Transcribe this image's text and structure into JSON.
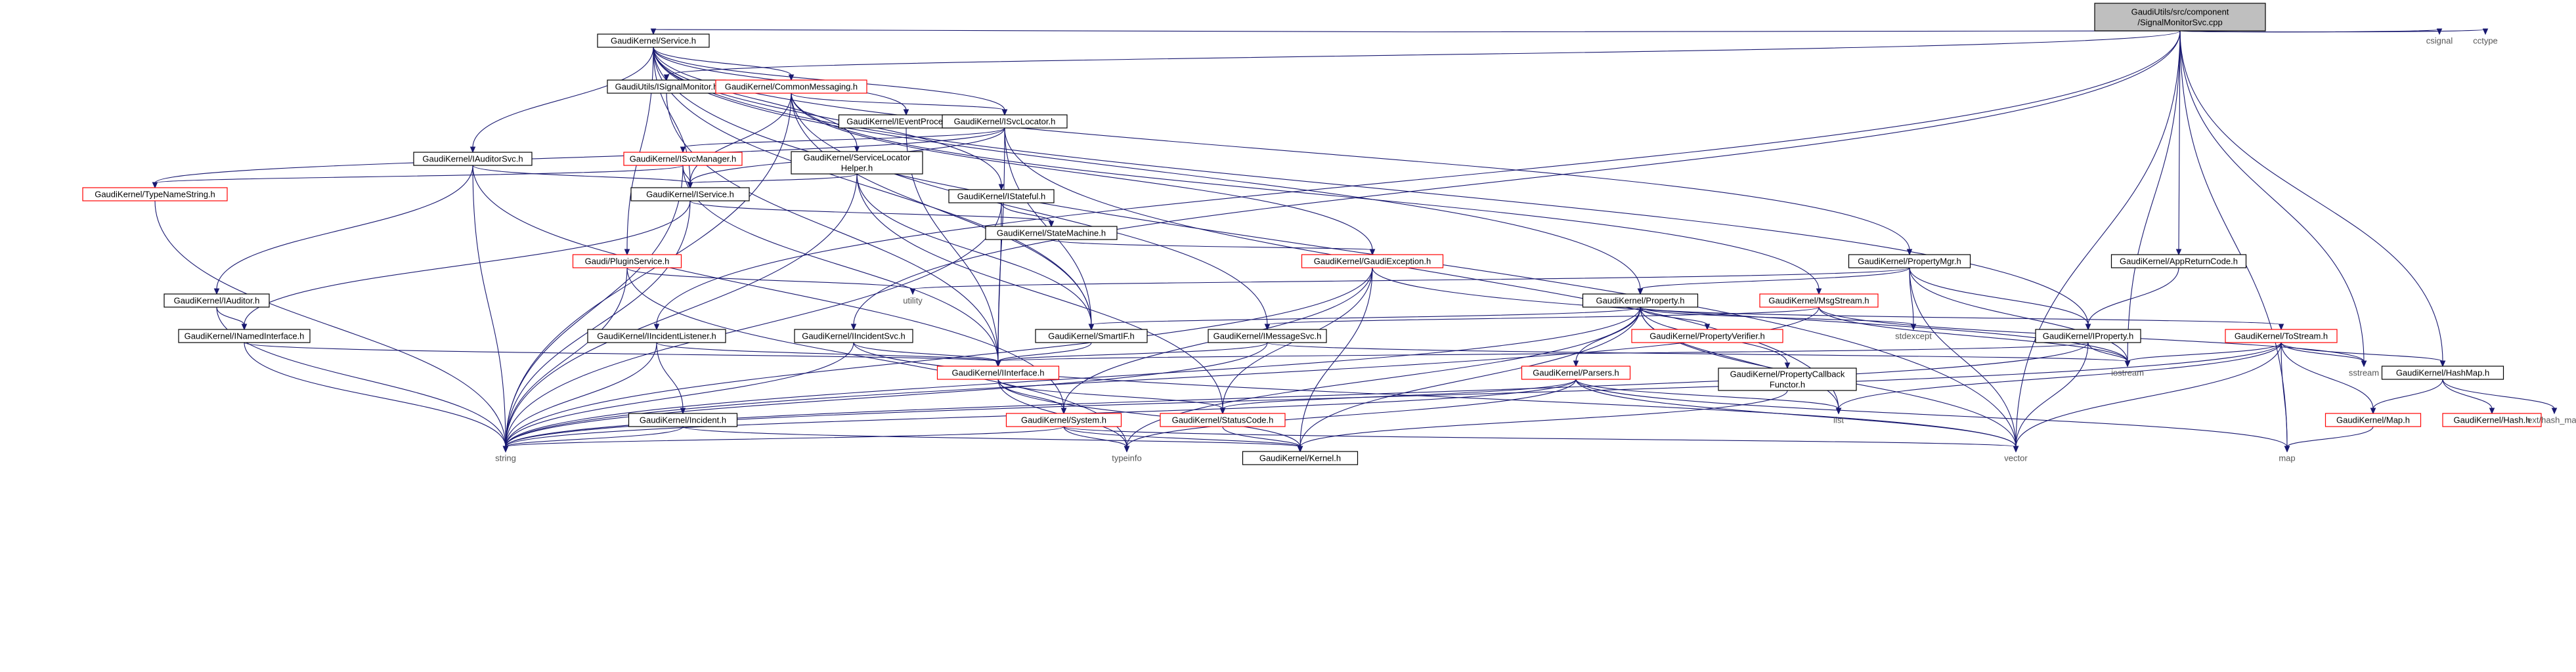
{
  "diagram": {
    "nodes": [
      {
        "id": "root",
        "lines": [
          "GaudiUtils/src/component",
          "/SignalMonitorSvc.cpp"
        ],
        "style": "root"
      },
      {
        "id": "service_h",
        "lines": [
          "GaudiKernel/Service.h"
        ],
        "style": "normal"
      },
      {
        "id": "csignal",
        "lines": [
          "csignal"
        ],
        "style": "sys"
      },
      {
        "id": "cctype",
        "lines": [
          "cctype"
        ],
        "style": "sys"
      },
      {
        "id": "isignalmonitor",
        "lines": [
          "GaudiUtils/ISignalMonitor.h"
        ],
        "style": "normal"
      },
      {
        "id": "commonmessaging",
        "lines": [
          "GaudiKernel/CommonMessaging.h"
        ],
        "style": "trunc"
      },
      {
        "id": "ieventprocessor",
        "lines": [
          "GaudiKernel/IEventProcessor.h"
        ],
        "style": "normal"
      },
      {
        "id": "isvclocator",
        "lines": [
          "GaudiKernel/ISvcLocator.h"
        ],
        "style": "normal"
      },
      {
        "id": "iauditorsvc",
        "lines": [
          "GaudiKernel/IAuditorSvc.h"
        ],
        "style": "normal"
      },
      {
        "id": "isvcmanager",
        "lines": [
          "GaudiKernel/ISvcManager.h"
        ],
        "style": "trunc"
      },
      {
        "id": "servicelocatorhelper",
        "lines": [
          "GaudiKernel/ServiceLocator",
          "Helper.h"
        ],
        "style": "normal"
      },
      {
        "id": "typenamestring",
        "lines": [
          "GaudiKernel/TypeNameString.h"
        ],
        "style": "trunc"
      },
      {
        "id": "iservice",
        "lines": [
          "GaudiKernel/IService.h"
        ],
        "style": "normal"
      },
      {
        "id": "istateful",
        "lines": [
          "GaudiKernel/IStateful.h"
        ],
        "style": "normal"
      },
      {
        "id": "statemachine",
        "lines": [
          "GaudiKernel/StateMachine.h"
        ],
        "style": "normal"
      },
      {
        "id": "pluginservice",
        "lines": [
          "Gaudi/PluginService.h"
        ],
        "style": "trunc"
      },
      {
        "id": "gaudiexception",
        "lines": [
          "GaudiKernel/GaudiException.h"
        ],
        "style": "trunc"
      },
      {
        "id": "propertymgr",
        "lines": [
          "GaudiKernel/PropertyMgr.h"
        ],
        "style": "normal"
      },
      {
        "id": "appreturncode",
        "lines": [
          "GaudiKernel/AppReturnCode.h"
        ],
        "style": "normal"
      },
      {
        "id": "iauditor",
        "lines": [
          "GaudiKernel/IAuditor.h"
        ],
        "style": "normal"
      },
      {
        "id": "utility",
        "lines": [
          "utility"
        ],
        "style": "sys"
      },
      {
        "id": "property_h",
        "lines": [
          "GaudiKernel/Property.h"
        ],
        "style": "normal"
      },
      {
        "id": "msgstream",
        "lines": [
          "GaudiKernel/MsgStream.h"
        ],
        "style": "trunc"
      },
      {
        "id": "inamedinterface",
        "lines": [
          "GaudiKernel/INamedInterface.h"
        ],
        "style": "normal"
      },
      {
        "id": "iincidentlistener",
        "lines": [
          "GaudiKernel/IIncidentListener.h"
        ],
        "style": "normal"
      },
      {
        "id": "iincidentsvc",
        "lines": [
          "GaudiKernel/IIncidentSvc.h"
        ],
        "style": "normal"
      },
      {
        "id": "smartif",
        "lines": [
          "GaudiKernel/SmartIF.h"
        ],
        "style": "normal"
      },
      {
        "id": "imessagesvc",
        "lines": [
          "GaudiKernel/IMessageSvc.h"
        ],
        "style": "normal"
      },
      {
        "id": "propertyverifier",
        "lines": [
          "GaudiKernel/PropertyVerifier.h"
        ],
        "style": "trunc"
      },
      {
        "id": "stdexcept",
        "lines": [
          "stdexcept"
        ],
        "style": "sys"
      },
      {
        "id": "iproperty",
        "lines": [
          "GaudiKernel/IProperty.h"
        ],
        "style": "normal"
      },
      {
        "id": "tostream",
        "lines": [
          "GaudiKernel/ToStream.h"
        ],
        "style": "trunc"
      },
      {
        "id": "propertycallback",
        "lines": [
          "GaudiKernel/PropertyCallback",
          "Functor.h"
        ],
        "style": "normal"
      },
      {
        "id": "iinterface",
        "lines": [
          "GaudiKernel/IInterface.h"
        ],
        "style": "trunc"
      },
      {
        "id": "parsers",
        "lines": [
          "GaudiKernel/Parsers.h"
        ],
        "style": "trunc"
      },
      {
        "id": "iostream",
        "lines": [
          "iostream"
        ],
        "style": "sys"
      },
      {
        "id": "sstream",
        "lines": [
          "sstream"
        ],
        "style": "sys"
      },
      {
        "id": "hashmap",
        "lines": [
          "GaudiKernel/HashMap.h"
        ],
        "style": "normal"
      },
      {
        "id": "iincident",
        "lines": [
          "GaudiKernel/Incident.h"
        ],
        "style": "normal"
      },
      {
        "id": "system_h",
        "lines": [
          "GaudiKernel/System.h"
        ],
        "style": "trunc"
      },
      {
        "id": "statuscode",
        "lines": [
          "GaudiKernel/StatusCode.h"
        ],
        "style": "trunc"
      },
      {
        "id": "list",
        "lines": [
          "list"
        ],
        "style": "sys"
      },
      {
        "id": "map_h",
        "lines": [
          "GaudiKernel/Map.h"
        ],
        "style": "trunc"
      },
      {
        "id": "hash_h",
        "lines": [
          "GaudiKernel/Hash.h"
        ],
        "style": "trunc"
      },
      {
        "id": "ext_hash_map",
        "lines": [
          "ext/hash_map"
        ],
        "style": "sys"
      },
      {
        "id": "string",
        "lines": [
          "string"
        ],
        "style": "sys"
      },
      {
        "id": "typeinfo",
        "lines": [
          "typeinfo"
        ],
        "style": "sys"
      },
      {
        "id": "kernel_h",
        "lines": [
          "GaudiKernel/Kernel.h"
        ],
        "style": "normal"
      },
      {
        "id": "vector",
        "lines": [
          "vector"
        ],
        "style": "sys"
      },
      {
        "id": "map",
        "lines": [
          "map"
        ],
        "style": "sys"
      }
    ],
    "edges": [
      [
        "root",
        "service_h"
      ],
      [
        "root",
        "csignal"
      ],
      [
        "root",
        "cctype"
      ],
      [
        "root",
        "isignalmonitor"
      ],
      [
        "root",
        "iincidentlistener"
      ],
      [
        "root",
        "iincidentsvc"
      ],
      [
        "root",
        "appreturncode"
      ],
      [
        "root",
        "iostream"
      ],
      [
        "root",
        "sstream"
      ],
      [
        "root",
        "hashmap"
      ],
      [
        "root",
        "vector"
      ],
      [
        "root",
        "map"
      ],
      [
        "service_h",
        "commonmessaging"
      ],
      [
        "service_h",
        "ieventprocessor"
      ],
      [
        "service_h",
        "isvclocator"
      ],
      [
        "service_h",
        "iauditorsvc"
      ],
      [
        "service_h",
        "servicelocatorhelper"
      ],
      [
        "service_h",
        "iservice"
      ],
      [
        "service_h",
        "istateful"
      ],
      [
        "service_h",
        "pluginservice"
      ],
      [
        "service_h",
        "propertymgr"
      ],
      [
        "service_h",
        "property_h"
      ],
      [
        "service_h",
        "smartif"
      ],
      [
        "service_h",
        "iproperty"
      ],
      [
        "service_h",
        "vector"
      ],
      [
        "isignalmonitor",
        "iinterface"
      ],
      [
        "commonmessaging",
        "isvclocator"
      ],
      [
        "commonmessaging",
        "iservice"
      ],
      [
        "commonmessaging",
        "gaudiexception"
      ],
      [
        "commonmessaging",
        "msgstream"
      ],
      [
        "commonmessaging",
        "smartif"
      ],
      [
        "commonmessaging",
        "imessagesvc"
      ],
      [
        "commonmessaging",
        "string"
      ],
      [
        "ieventprocessor",
        "iinterface"
      ],
      [
        "isvclocator",
        "isvcmanager"
      ],
      [
        "isvclocator",
        "typenamestring"
      ],
      [
        "isvclocator",
        "iservice"
      ],
      [
        "isvclocator",
        "smartif"
      ],
      [
        "isvclocator",
        "iinterface"
      ],
      [
        "isvclocator",
        "list"
      ],
      [
        "iauditorsvc",
        "iservice"
      ],
      [
        "iauditorsvc",
        "iauditor"
      ],
      [
        "iauditorsvc",
        "system_h"
      ],
      [
        "iauditorsvc",
        "string"
      ],
      [
        "isvcmanager",
        "iservice"
      ],
      [
        "isvcmanager",
        "typenamestring"
      ],
      [
        "isvcmanager",
        "iinterface"
      ],
      [
        "isvcmanager",
        "string"
      ],
      [
        "servicelocatorhelper",
        "iservice"
      ],
      [
        "servicelocatorhelper",
        "smartif"
      ],
      [
        "servicelocatorhelper",
        "statuscode"
      ],
      [
        "servicelocatorhelper",
        "string"
      ],
      [
        "typenamestring",
        "string"
      ],
      [
        "iservice",
        "statemachine"
      ],
      [
        "iservice",
        "inamedinterface"
      ],
      [
        "iservice",
        "string"
      ],
      [
        "istateful",
        "statemachine"
      ],
      [
        "istateful",
        "iinterface"
      ],
      [
        "istateful",
        "string"
      ],
      [
        "statemachine",
        "gaudiexception"
      ],
      [
        "pluginservice",
        "utility"
      ],
      [
        "pluginservice",
        "typeinfo"
      ],
      [
        "pluginservice",
        "string"
      ],
      [
        "gaudiexception",
        "system_h"
      ],
      [
        "gaudiexception",
        "statuscode"
      ],
      [
        "gaudiexception",
        "kernel_h"
      ],
      [
        "gaudiexception",
        "string"
      ],
      [
        "gaudiexception",
        "iostream"
      ],
      [
        "propertymgr",
        "property_h"
      ],
      [
        "propertymgr",
        "iproperty"
      ],
      [
        "propertymgr",
        "utility"
      ],
      [
        "propertymgr",
        "stdexcept"
      ],
      [
        "propertymgr",
        "iostream"
      ],
      [
        "propertymgr",
        "vector"
      ],
      [
        "appreturncode",
        "iproperty"
      ],
      [
        "iauditor",
        "inamedinterface"
      ],
      [
        "iauditor",
        "string"
      ],
      [
        "property_h",
        "propertyverifier"
      ],
      [
        "property_h",
        "tostream"
      ],
      [
        "property_h",
        "parsers"
      ],
      [
        "property_h",
        "propertycallback"
      ],
      [
        "property_h",
        "smartif"
      ],
      [
        "property_h",
        "stdexcept"
      ],
      [
        "property_h",
        "kernel_h"
      ],
      [
        "property_h",
        "string"
      ],
      [
        "property_h",
        "typeinfo"
      ],
      [
        "property_h",
        "vector"
      ],
      [
        "property_h",
        "list"
      ],
      [
        "msgstream",
        "imessagesvc"
      ],
      [
        "msgstream",
        "sstream"
      ],
      [
        "msgstream",
        "string"
      ],
      [
        "msgstream",
        "iostream"
      ],
      [
        "inamedinterface",
        "iinterface"
      ],
      [
        "inamedinterface",
        "string"
      ],
      [
        "iincidentlistener",
        "iinterface"
      ],
      [
        "iincidentlistener",
        "iincident"
      ],
      [
        "iincidentlistener",
        "string"
      ],
      [
        "iincidentsvc",
        "iinterface"
      ],
      [
        "iincidentsvc",
        "string"
      ],
      [
        "iincidentsvc",
        "vector"
      ],
      [
        "smartif",
        "iinterface"
      ],
      [
        "imessagesvc",
        "iinterface"
      ],
      [
        "imessagesvc",
        "string"
      ],
      [
        "imessagesvc",
        "iostream"
      ],
      [
        "iproperty",
        "iinterface"
      ],
      [
        "iproperty",
        "iostream"
      ],
      [
        "iproperty",
        "string"
      ],
      [
        "iproperty",
        "vector"
      ],
      [
        "tostream",
        "hashmap"
      ],
      [
        "tostream",
        "map_h"
      ],
      [
        "tostream",
        "sstream"
      ],
      [
        "tostream",
        "iostream"
      ],
      [
        "tostream",
        "list"
      ],
      [
        "tostream",
        "vector"
      ],
      [
        "tostream",
        "map"
      ],
      [
        "tostream",
        "string"
      ],
      [
        "propertycallback",
        "kernel_h"
      ],
      [
        "iinterface",
        "system_h"
      ],
      [
        "iinterface",
        "statuscode"
      ],
      [
        "iinterface",
        "kernel_h"
      ],
      [
        "iinterface",
        "typeinfo"
      ],
      [
        "parsers",
        "statuscode"
      ],
      [
        "parsers",
        "list"
      ],
      [
        "parsers",
        "vector"
      ],
      [
        "parsers",
        "map"
      ],
      [
        "parsers",
        "string"
      ],
      [
        "parsers",
        "typeinfo"
      ],
      [
        "hashmap",
        "map_h"
      ],
      [
        "hashmap",
        "hash_h"
      ],
      [
        "hashmap",
        "ext_hash_map"
      ],
      [
        "iincident",
        "kernel_h"
      ],
      [
        "iincident",
        "string"
      ],
      [
        "system_h",
        "kernel_h"
      ],
      [
        "system_h",
        "typeinfo"
      ],
      [
        "system_h",
        "string"
      ],
      [
        "system_h",
        "vector"
      ],
      [
        "statuscode",
        "kernel_h"
      ],
      [
        "map_h",
        "map"
      ]
    ]
  }
}
